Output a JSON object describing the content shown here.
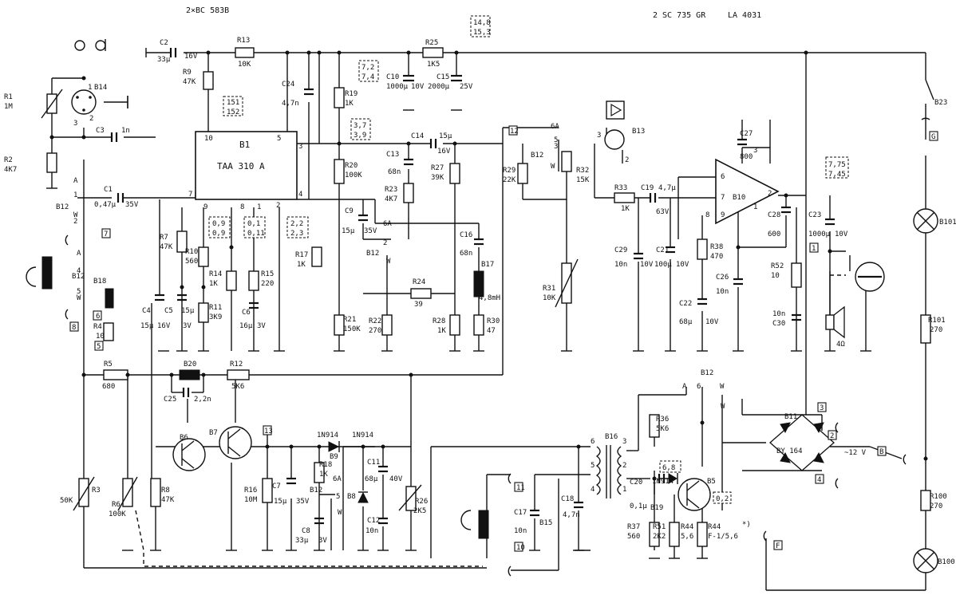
{
  "header": {
    "transistor_b1": "2×BC 583B",
    "transistor_b5": "2 SC 735 GR",
    "ic_b10": "LA 4031"
  },
  "labels": [
    "R1",
    "1M",
    "R2",
    "4K7",
    "B14",
    "1",
    "2",
    "3",
    "C3",
    "1n",
    "A",
    "B12",
    "1",
    "2",
    "W",
    "C1",
    "0,47μ",
    "35V",
    "7",
    "A",
    "B12",
    "4",
    "5",
    "6",
    "W",
    "B18",
    "R4",
    "10",
    "8",
    "5",
    "C2",
    "33μ",
    "16V",
    "R9",
    "47K",
    "R13",
    "10K",
    "151",
    "152",
    "C24",
    "4,7n",
    "B1",
    "TAA 310 A",
    "10",
    "5",
    "3",
    "7",
    "4",
    "2",
    "9",
    "8",
    "1",
    "0,9",
    "0,9",
    "0,1",
    "0,11",
    "2,2",
    "2,3",
    "R7",
    "47K",
    "R10",
    "560",
    "R14",
    "1K",
    "R15",
    "220",
    "R11",
    "3K9",
    "C6",
    "16μ",
    "3V",
    "C4",
    "15μ",
    "16V",
    "C5",
    "15μ",
    "3V",
    "R17",
    "1K",
    "R19",
    "1K",
    "R20",
    "100K",
    "R21",
    "150K",
    "R25",
    "1K5",
    "C10",
    "1000μ",
    "10V",
    "C15",
    "2000μ",
    "25V",
    "7,2",
    "7,4",
    "14,8",
    "15,3",
    "3,7",
    "3,9",
    "C13",
    "68n",
    "C14",
    "15μ",
    "16V",
    "R23",
    "4K7",
    "R27",
    "39K",
    "C9",
    "15μ",
    "35V",
    "6A",
    "2",
    "W",
    "B12",
    "R24",
    "39",
    "R22",
    "270",
    "R28",
    "1K",
    "C16",
    "68n",
    "B17",
    "4,8mH",
    "R30",
    "47",
    "R29",
    "22K",
    "12",
    "B12",
    "6A",
    "5",
    "3",
    "W",
    "B13",
    "3",
    "2",
    "R32",
    "15K",
    "R33",
    "1K",
    "R31",
    "10K",
    "C19",
    "4,7μ",
    "63V",
    "C29",
    "10n",
    "10V",
    "C21",
    "100μ",
    "10V",
    "C27",
    "800",
    "B10",
    "6",
    "7",
    "8",
    "9",
    "3",
    "1",
    "2",
    "R38",
    "470",
    "C22",
    "68μ",
    "10V",
    "C26",
    "10n",
    "C28",
    "600",
    "R52",
    "10",
    "10n",
    "C30",
    "7,75",
    "7,45",
    "C23",
    "1000μ",
    "10V",
    "1",
    "4Ω",
    "B23",
    "G",
    "B101",
    "R101",
    "270",
    "R100",
    "270",
    "B100",
    "R5",
    "680",
    "B20",
    "R12",
    "5K6",
    "C25",
    "2,2n",
    "B6",
    "B7",
    "13",
    "R3",
    "50K",
    "R6",
    "100K",
    "R8",
    "47K",
    "1N914",
    "1N914",
    "B9",
    "R16",
    "10M",
    "C7",
    "15μ",
    "35V",
    "R18",
    "1K",
    "B12",
    "6A",
    "5",
    "W",
    "C8",
    "33μ",
    "3V",
    "C11",
    "68μ",
    "40V",
    "B8",
    "C12",
    "10n",
    "R26",
    "2K5",
    "11",
    "C17",
    "10n",
    "B15",
    "10",
    "C18",
    "4,7n",
    "B16",
    "6",
    "5",
    "4",
    "3",
    "2",
    "1",
    "R36",
    "5K6",
    "6,8",
    "1N914",
    "B19",
    "C20",
    "0,1μ",
    "B5",
    "0,2",
    "R37",
    "560",
    "R51",
    "2K2",
    "R44",
    "5,6",
    "R44",
    "F-1/5,6",
    "*)",
    "F",
    "B12",
    "6",
    "W",
    "A",
    "B11",
    "BY 164",
    "3",
    "2",
    "~12 V",
    "B",
    "4",
    "W"
  ]
}
